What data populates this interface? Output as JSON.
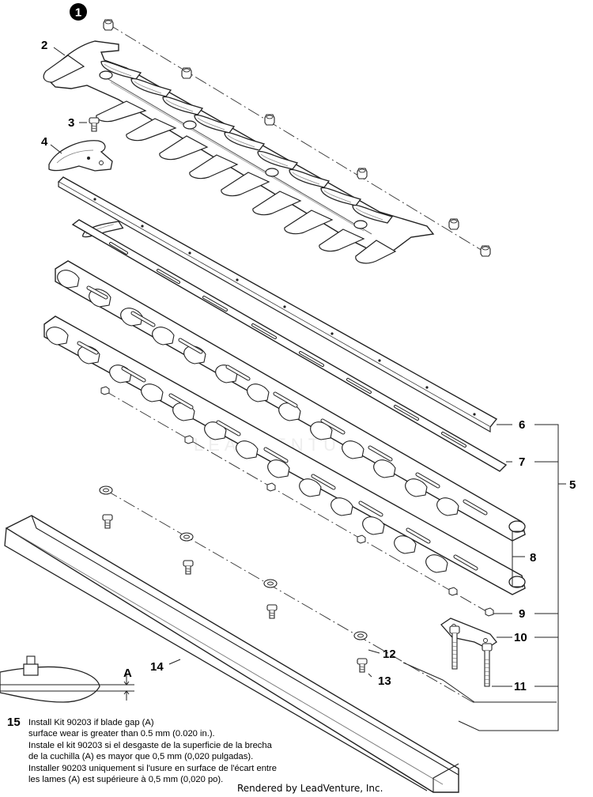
{
  "callouts": [
    "1",
    "2",
    "3",
    "4",
    "5",
    "6",
    "7",
    "8",
    "9",
    "10",
    "11",
    "12",
    "13",
    "14",
    "15"
  ],
  "watermark": "LEADVENTURE",
  "gap_label": "A",
  "note_en": "Install Kit 90203 if blade gap (A)\nsurface wear is greater than 0.5 mm (0.020 in.).",
  "note_es": "Instale el kit 90203 si el desgaste de la superficie de la brecha\nde la cuchilla (A) es mayor que 0,5 mm (0,020 pulgadas).",
  "note_fr": "Installer 90203 uniquement si l'usure en surface de l'écart entre\nles lames (A) est supérieure à 0,5 mm (0,020 po).",
  "credit": "Rendered by LeadVenture, Inc."
}
